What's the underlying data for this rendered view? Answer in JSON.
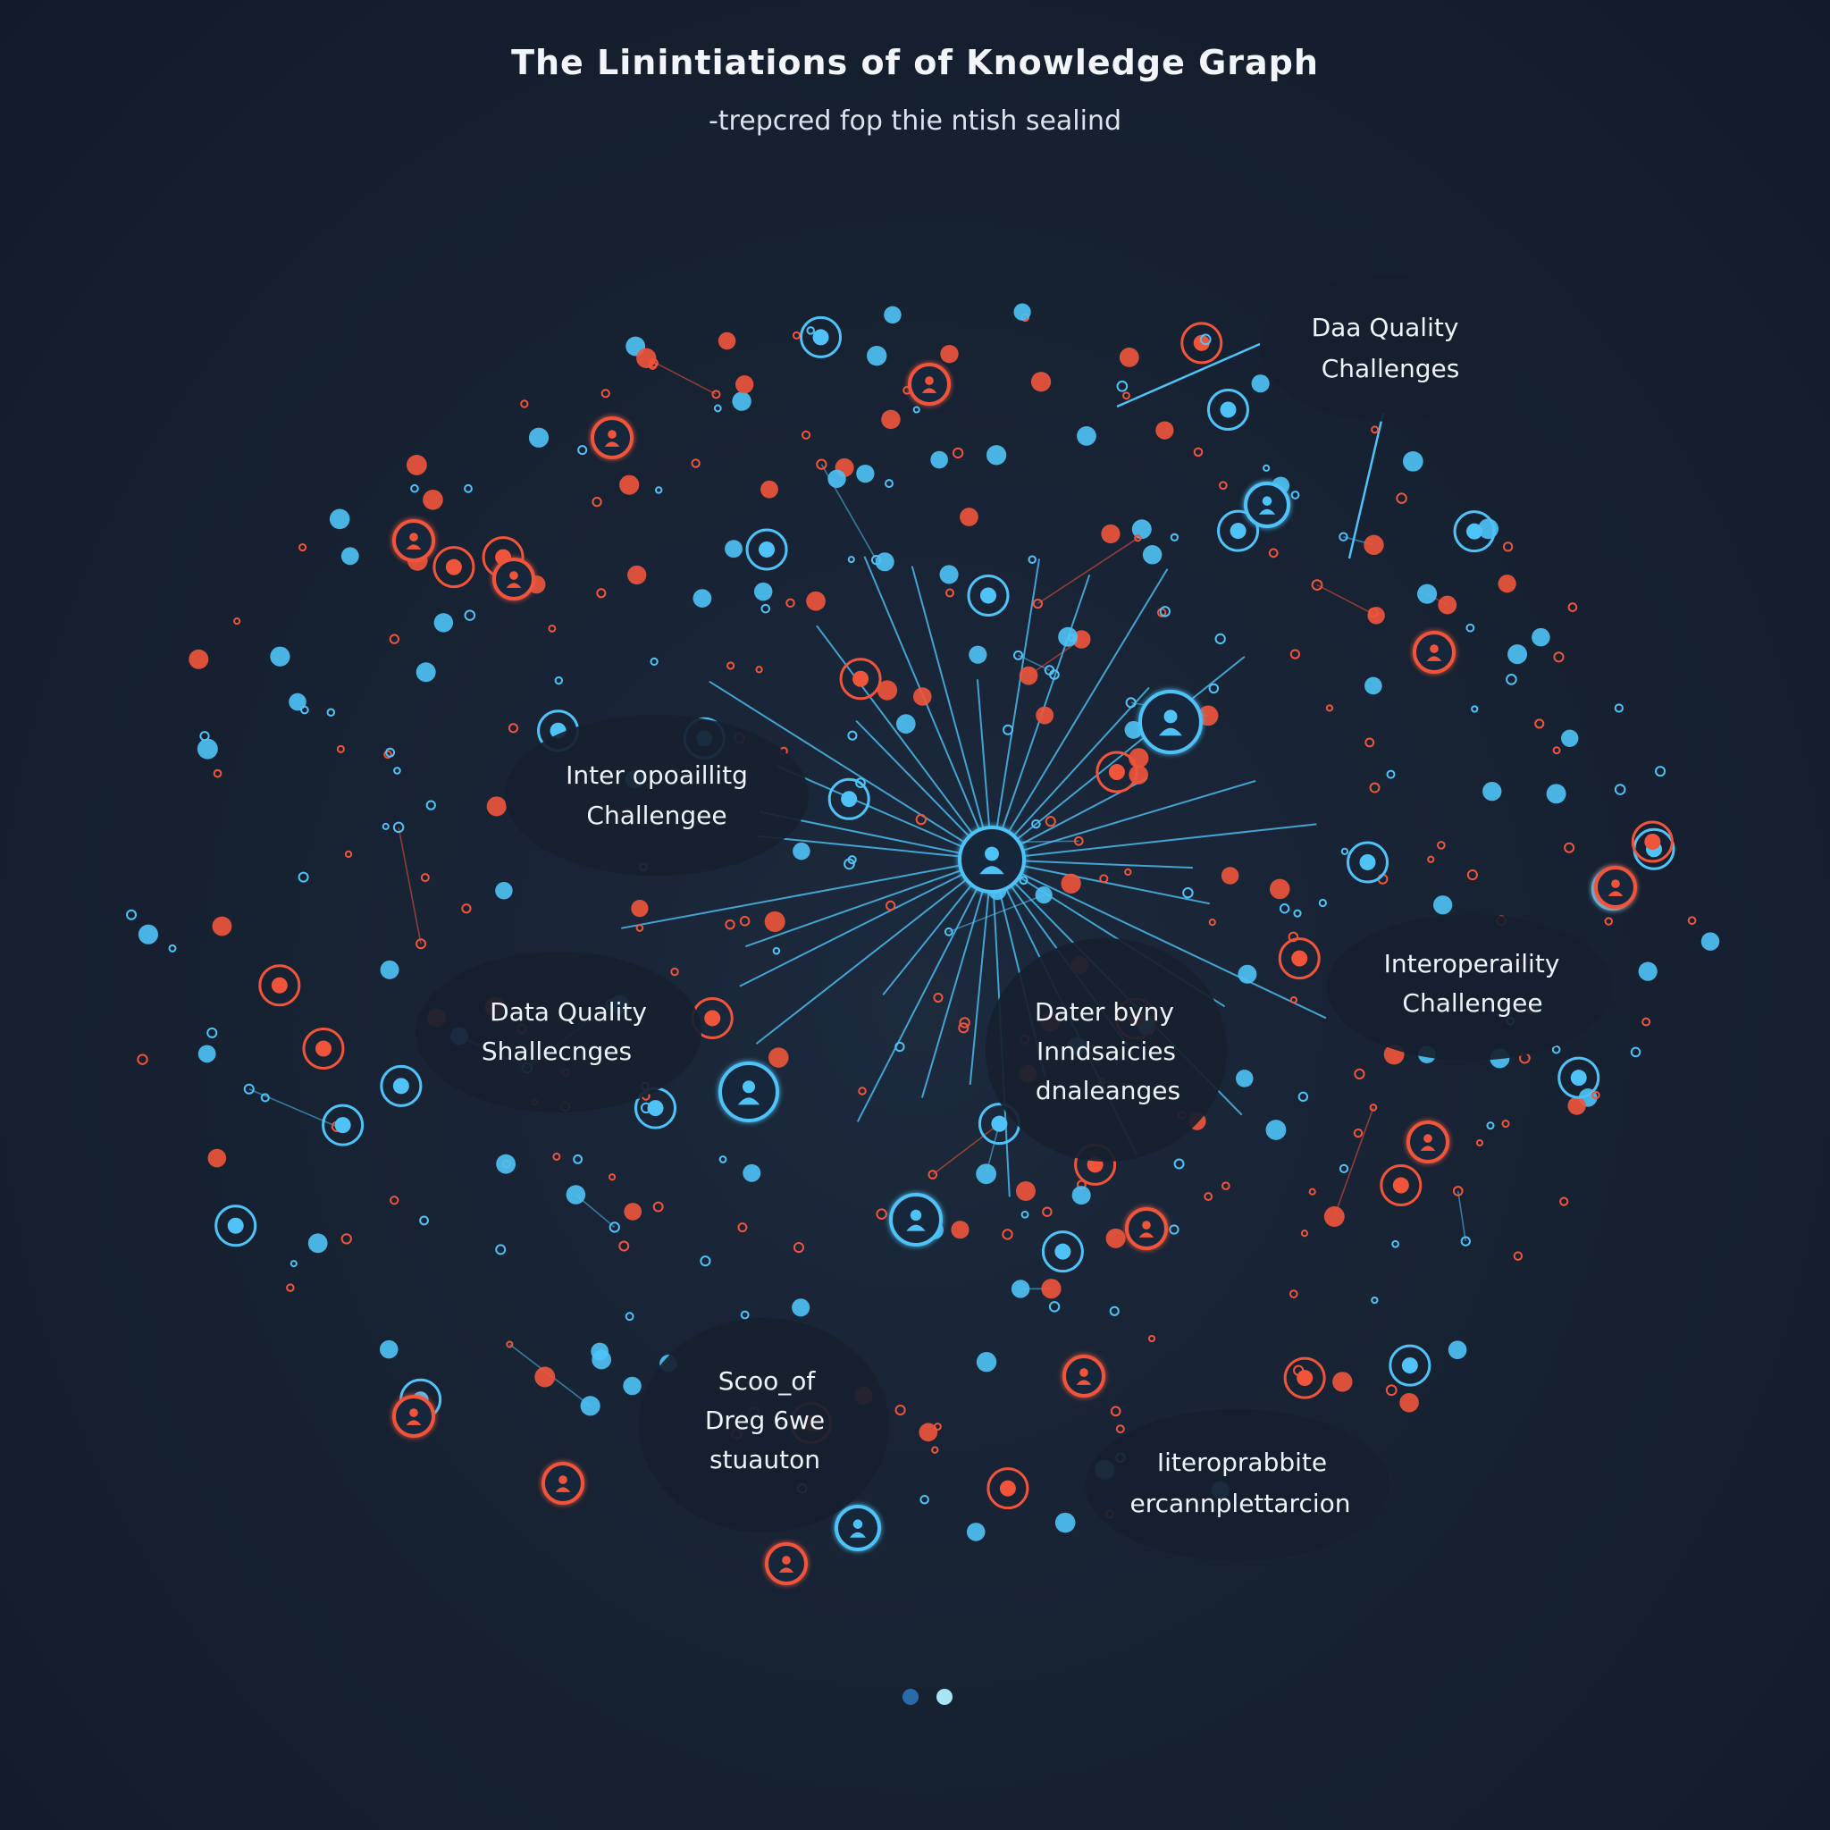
{
  "header": {
    "title": "The Linintiations of of Knowledge Graph",
    "subtitle": "-trepcred fop thie ntish sealind"
  },
  "bubbles": [
    {
      "lines": [
        "Daa Quality",
        "Challenges"
      ]
    },
    {
      "lines": [
        "Inter opoaillitg",
        "Challengee"
      ]
    },
    {
      "lines": [
        "Data Quality",
        "Shallecnges"
      ]
    },
    {
      "lines": [
        "Dater byny",
        "Inndsaicies",
        "dnaleanges"
      ]
    },
    {
      "lines": [
        "Interoperaility",
        "Challengee"
      ]
    },
    {
      "lines": [
        "Scoo_of",
        "Dreg 6we",
        "stuauton"
      ]
    },
    {
      "lines": [
        "Iiteroprabbite",
        "ercannplettarcion"
      ]
    }
  ],
  "colors": {
    "background": "#172233",
    "node_red": "#f0553b",
    "node_blue": "#4fc3f7",
    "bubble_fill": "#16202f",
    "pager_inactive": "#2b6aa8",
    "pager_active": "#a9e4f5"
  },
  "pager": {
    "count": 2,
    "active_index": 1
  }
}
